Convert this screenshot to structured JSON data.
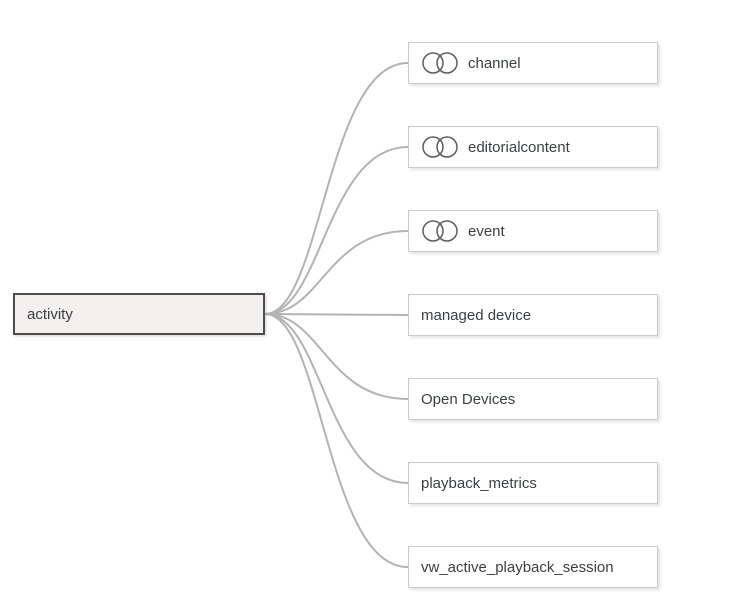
{
  "diagram": {
    "root": {
      "label": "activity"
    },
    "nodes": [
      {
        "label": "channel",
        "icon": "venn-join-icon"
      },
      {
        "label": "editorialcontent",
        "icon": "venn-join-icon"
      },
      {
        "label": "event",
        "icon": "venn-join-icon"
      },
      {
        "label": "managed device",
        "icon": null
      },
      {
        "label": "Open Devices",
        "icon": null
      },
      {
        "label": "playback_metrics",
        "icon": null
      },
      {
        "label": "vw_active_playback_session",
        "icon": null
      }
    ],
    "colors": {
      "connector": "#b3b3b3",
      "node_border": "#cccccc",
      "node_fill": "#ffffff",
      "root_border": "#4d4d4d",
      "root_fill": "#f2f1ef",
      "text": "#3c4045",
      "icon_stroke": "#5c5c5c"
    }
  }
}
